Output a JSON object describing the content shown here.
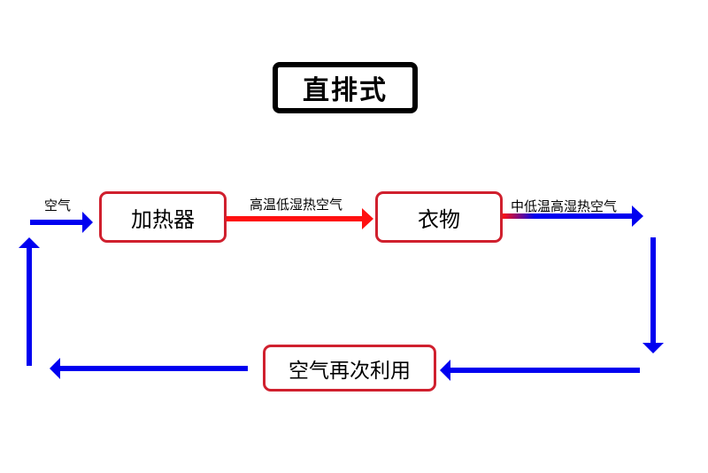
{
  "diagram": {
    "title": "直排式",
    "nodes": {
      "heater": "加热器",
      "clothes": "衣物",
      "reuse": "空气再次利用"
    },
    "labels": {
      "air_in": "空气",
      "hot_dry_air": "高温低湿热空气",
      "mid_humid_air": "中低温高湿热空气"
    },
    "colors": {
      "flow_blue": "#0000f0",
      "flow_red": "#ff1010",
      "node_border": "#d0202e",
      "title_border": "#000000"
    }
  }
}
